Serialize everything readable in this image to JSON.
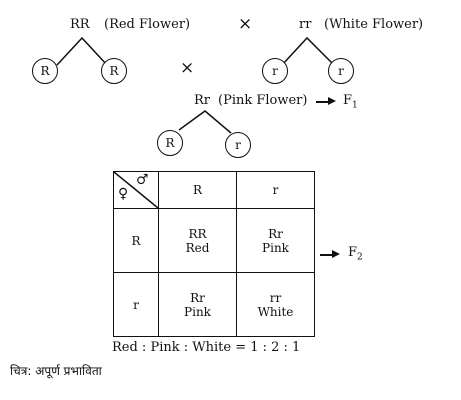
{
  "parents": {
    "red": {
      "genotype": "RR",
      "phenotype": "(Red Flower)",
      "gametes": [
        "R",
        "R"
      ]
    },
    "white": {
      "genotype": "rr",
      "phenotype": "(White Flower)",
      "gametes": [
        "r",
        "r"
      ]
    },
    "cross_symbol": "×",
    "cross_symbol_2": "×"
  },
  "f1": {
    "genotype": "Rr",
    "phenotype": "(Pink Flower)",
    "generation": "F",
    "generation_sub": "1",
    "gametes": [
      "R",
      "r"
    ]
  },
  "punnett": {
    "female_symbol": "♀",
    "male_symbol": "♂",
    "column_headers": [
      "R",
      "r"
    ],
    "rows": [
      {
        "header": "R",
        "cells": [
          [
            "RR",
            "Red"
          ],
          [
            "Rr",
            "Pink"
          ]
        ]
      },
      {
        "header": "r",
        "cells": [
          [
            "Rr",
            "Pink"
          ],
          [
            "rr",
            "White"
          ]
        ]
      }
    ],
    "generation": "F",
    "generation_sub": "2"
  },
  "ratio": "Red : Pink : White = 1 : 2 : 1",
  "caption": "चित्र: अपूर्ण प्रभाविता"
}
